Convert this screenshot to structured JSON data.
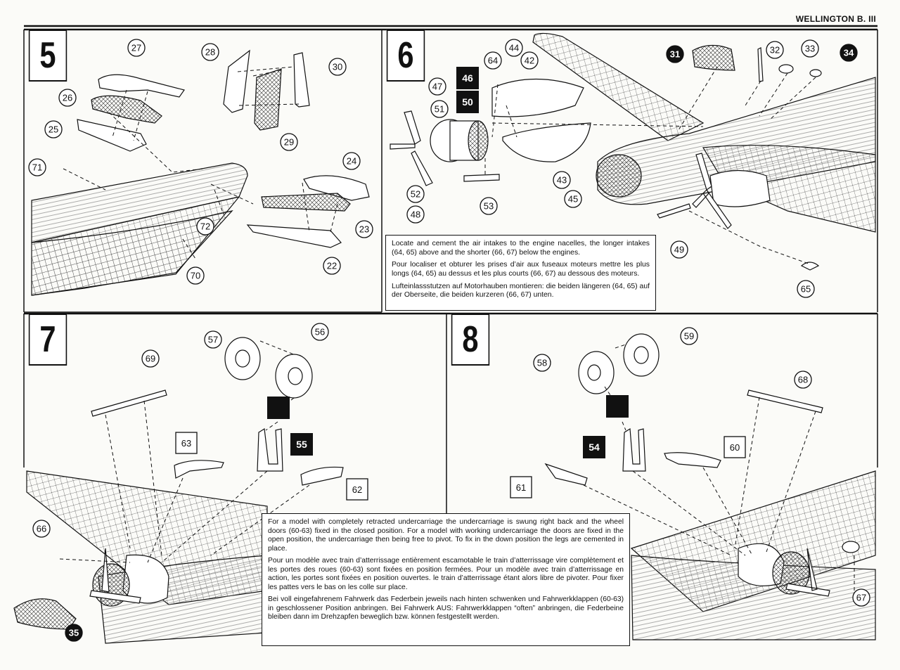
{
  "header": {
    "title": "WELLINGTON B. III"
  },
  "steps": {
    "s5": {
      "label": "5",
      "callouts": [
        "27",
        "28",
        "30",
        "26",
        "25",
        "29",
        "71",
        "24",
        "23",
        "72",
        "22",
        "70"
      ]
    },
    "s6": {
      "label": "6",
      "callouts": [
        "44",
        "64",
        "42",
        "47",
        "51",
        "31",
        "32",
        "33",
        "34",
        "52",
        "48",
        "53",
        "43",
        "45",
        "49",
        "65"
      ],
      "dark_tags": [
        "46",
        "50"
      ]
    },
    "s7": {
      "label": "7",
      "callouts": [
        "57",
        "56",
        "69",
        "66",
        "35"
      ],
      "square_tags": [
        "63",
        "62"
      ],
      "dark_tags": [
        "55"
      ]
    },
    "s8": {
      "label": "8",
      "callouts": [
        "59",
        "58",
        "68",
        "67"
      ],
      "square_tags": [
        "60",
        "61"
      ],
      "dark_tags": [
        "54"
      ]
    }
  },
  "notes": {
    "intakes": {
      "en": "Locate and cement the air intakes to the engine nacelles, the longer intakes (64, 65) above and the shorter (66, 67) below the engines.",
      "fr": "Pour localiser et obturer les prises d’air aux fuseaux moteurs mettre les plus longs (64, 65) au dessus et les plus courts (66, 67) au dessous des moteurs.",
      "de": "Lufteinlassstutzen auf Motorhauben montieren: die beiden längeren (64, 65) auf der Oberseite, die beiden kurzeren (66, 67) unten."
    },
    "undercarriage": {
      "en": "For a model with completely retracted undercarriage the undercarriage is swung right back and the wheel doors (60-63) fixed in the closed position. For a model with working undercarriage the doors are fixed in the open position, the undercarriage then being free to pivot. To fix in the down position the legs are cemented in place.",
      "fr": "Pour un modèle avec train d’atterrissage entièrement escamotable le train d’atterrissage vire complètement et les portes des roues (60-63) sont fixées en position fermées. Pour un modèle avec train d’atterrissage en action, les portes sont fixées en position ouvertes. le train d’atterrissage étant alors libre de pivoter. Pour fixer les pattes vers le bas on les colle sur place.",
      "de": "Bei voll eingefahrenem Fahrwerk das Federbein jeweils nach hinten schwenken und Fahrwerkklappen (60-63) in geschlossener Position anbringen. Bei Fahrwerk AUS: Fahrwerkklappen “often” anbringen, die Federbeine bleiben dann im Drehzapfen beweglich bzw. können festgestellt werden."
    }
  }
}
